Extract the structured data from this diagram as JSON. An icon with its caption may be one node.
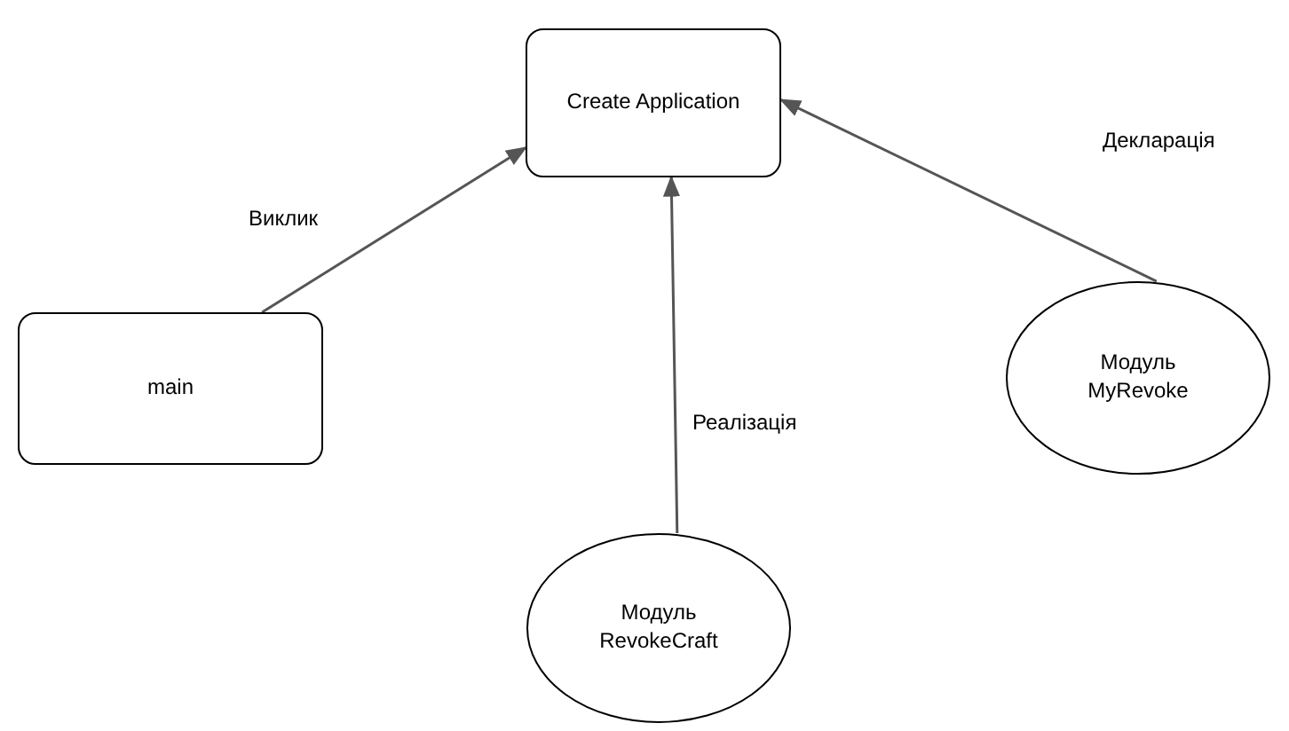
{
  "diagram": {
    "nodes": [
      {
        "text": [
          "Create Application"
        ]
      },
      {
        "text": [
          "main"
        ]
      },
      {
        "text": [
          "Модуль MyRevoke"
        ]
      },
      {
        "text": [
          "Модуль RevokeCraft"
        ]
      }
    ],
    "edges": [
      {
        "from": 1,
        "to": 0,
        "arrow": "to",
        "label": "Виклик"
      },
      {
        "from": 3,
        "to": 0,
        "arrow": "to",
        "label": "Реалізація"
      },
      {
        "from": 2,
        "to": 0,
        "arrow": "to",
        "label": "Декларація"
      }
    ]
  }
}
